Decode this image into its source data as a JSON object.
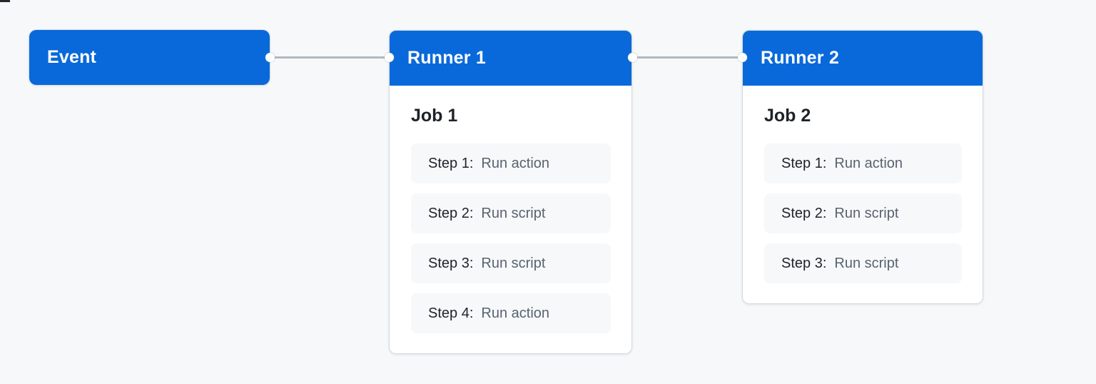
{
  "colors": {
    "page_background": "#f6f8fa",
    "node_blue": "#0969da",
    "node_text": "#ffffff",
    "card_background": "#ffffff",
    "card_border": "#d1d9e0",
    "connector_line": "#b1b9c0",
    "connector_dot": "#ffffff",
    "step_background": "#f6f8fa",
    "text_dark": "#1f2328",
    "text_muted": "#59636e"
  },
  "diagram": {
    "event": {
      "label": "Event"
    },
    "runners": [
      {
        "title": "Runner 1",
        "job": {
          "title": "Job 1",
          "steps": [
            {
              "name": "Step 1:",
              "desc": "Run action"
            },
            {
              "name": "Step 2:",
              "desc": "Run script"
            },
            {
              "name": "Step 3:",
              "desc": "Run script"
            },
            {
              "name": "Step 4:",
              "desc": "Run action"
            }
          ]
        }
      },
      {
        "title": "Runner 2",
        "job": {
          "title": "Job 2",
          "steps": [
            {
              "name": "Step 1:",
              "desc": "Run action"
            },
            {
              "name": "Step 2:",
              "desc": "Run script"
            },
            {
              "name": "Step 3:",
              "desc": "Run script"
            }
          ]
        }
      }
    ]
  }
}
